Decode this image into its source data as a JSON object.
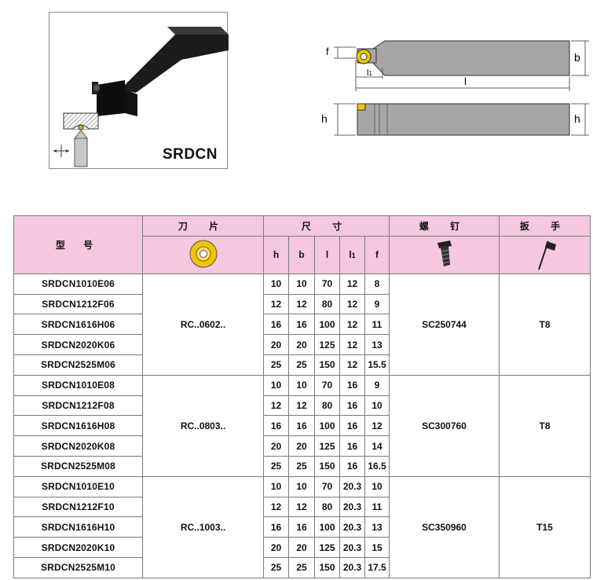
{
  "product": {
    "title": "SRDCN"
  },
  "drawing_labels": {
    "f": "f",
    "b": "b",
    "l": "l",
    "l1": "l",
    "l1_sub": "1",
    "h_left": "h",
    "h_right": "h"
  },
  "table": {
    "headers": {
      "model": "型 号",
      "insert": "刀 片",
      "dimensions": "尺 寸",
      "screw": "螺 钉",
      "wrench": "扳 手"
    },
    "dim_headers": {
      "h": "h",
      "b": "b",
      "l": "l",
      "l1": "l",
      "l1_sub": "1",
      "f": "f"
    },
    "groups": [
      {
        "insert": "RC..0602..",
        "screw": "SC250744",
        "wrench": "T8",
        "rows": [
          {
            "model": "SRDCN1010E06",
            "h": "10",
            "b": "10",
            "l": "70",
            "l1": "12",
            "f": "8"
          },
          {
            "model": "SRDCN1212F06",
            "h": "12",
            "b": "12",
            "l": "80",
            "l1": "12",
            "f": "9"
          },
          {
            "model": "SRDCN1616H06",
            "h": "16",
            "b": "16",
            "l": "100",
            "l1": "12",
            "f": "11"
          },
          {
            "model": "SRDCN2020K06",
            "h": "20",
            "b": "20",
            "l": "125",
            "l1": "12",
            "f": "13"
          },
          {
            "model": "SRDCN2525M06",
            "h": "25",
            "b": "25",
            "l": "150",
            "l1": "12",
            "f": "15.5"
          }
        ]
      },
      {
        "insert": "RC..0803..",
        "screw": "SC300760",
        "wrench": "T8",
        "rows": [
          {
            "model": "SRDCN1010E08",
            "h": "10",
            "b": "10",
            "l": "70",
            "l1": "16",
            "f": "9"
          },
          {
            "model": "SRDCN1212F08",
            "h": "12",
            "b": "12",
            "l": "80",
            "l1": "16",
            "f": "10"
          },
          {
            "model": "SRDCN1616H08",
            "h": "16",
            "b": "16",
            "l": "100",
            "l1": "16",
            "f": "12"
          },
          {
            "model": "SRDCN2020K08",
            "h": "20",
            "b": "20",
            "l": "125",
            "l1": "16",
            "f": "14"
          },
          {
            "model": "SRDCN2525M08",
            "h": "25",
            "b": "25",
            "l": "150",
            "l1": "16",
            "f": "16.5"
          }
        ]
      },
      {
        "insert": "RC..1003..",
        "screw": "SC350960",
        "wrench": "T15",
        "rows": [
          {
            "model": "SRDCN1010E10",
            "h": "10",
            "b": "10",
            "l": "70",
            "l1": "20.3",
            "f": "10"
          },
          {
            "model": "SRDCN1212F10",
            "h": "12",
            "b": "12",
            "l": "80",
            "l1": "20.3",
            "f": "11"
          },
          {
            "model": "SRDCN1616H10",
            "h": "16",
            "b": "16",
            "l": "100",
            "l1": "20.3",
            "f": "13"
          },
          {
            "model": "SRDCN2020K10",
            "h": "20",
            "b": "20",
            "l": "125",
            "l1": "20.3",
            "f": "15"
          },
          {
            "model": "SRDCN2525M10",
            "h": "25",
            "b": "25",
            "l": "150",
            "l1": "20.3",
            "f": "17.5"
          }
        ]
      }
    ]
  }
}
